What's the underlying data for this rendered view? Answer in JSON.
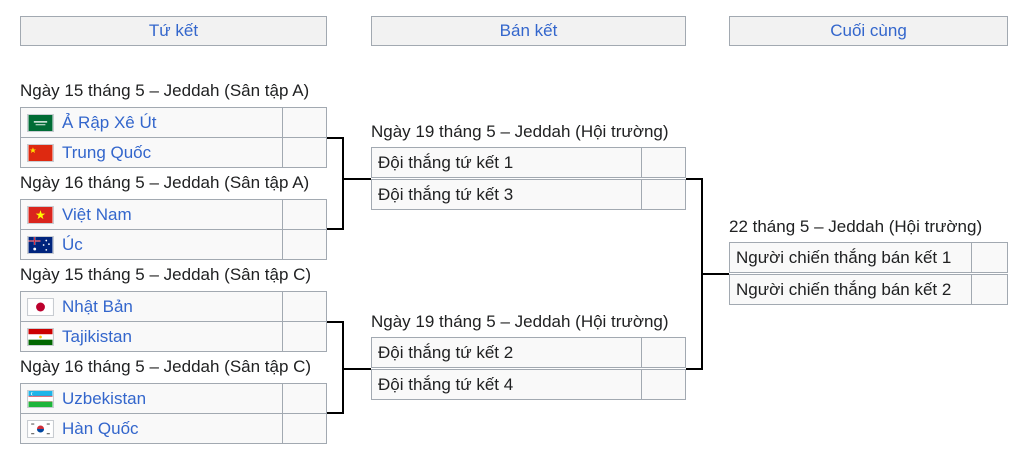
{
  "rounds": {
    "quarterfinals": "Tứ kết",
    "semifinals": "Bán kết",
    "final": "Cuối cùng"
  },
  "quarterfinals": [
    {
      "label": "Ngày 15 tháng 5 – Jeddah (Sân tập A)",
      "team1": {
        "name": "Ả Rập Xê Út",
        "flag": "saudi-arabia-flag"
      },
      "team2": {
        "name": "Trung Quốc",
        "flag": "china-flag"
      }
    },
    {
      "label": "Ngày 16 tháng 5 – Jeddah (Sân tập A)",
      "team1": {
        "name": "Việt Nam",
        "flag": "vietnam-flag"
      },
      "team2": {
        "name": "Úc",
        "flag": "australia-flag"
      }
    },
    {
      "label": "Ngày 15 tháng 5 – Jeddah (Sân tập C)",
      "team1": {
        "name": "Nhật Bản",
        "flag": "japan-flag"
      },
      "team2": {
        "name": "Tajikistan",
        "flag": "tajikistan-flag"
      }
    },
    {
      "label": "Ngày 16 tháng 5 – Jeddah (Sân tập C)",
      "team1": {
        "name": "Uzbekistan",
        "flag": "uzbekistan-flag"
      },
      "team2": {
        "name": "Hàn Quốc",
        "flag": "south-korea-flag"
      }
    }
  ],
  "semifinals": [
    {
      "label": "Ngày 19 tháng 5 – Jeddah (Hội trường)",
      "team1": "Đội thắng tứ kết 1",
      "team2": "Đội thắng tứ kết 3"
    },
    {
      "label": "Ngày 19 tháng 5 – Jeddah (Hội trường)",
      "team1": "Đội thắng tứ kết 2",
      "team2": "Đội thắng tứ kết 4"
    }
  ],
  "final": {
    "label": "22 tháng 5 – Jeddah (Hội trường)",
    "team1": "Người chiến thắng bán kết 1",
    "team2": "Người chiến thắng bán kết 2"
  },
  "colors": {
    "link": "#3366cc",
    "header_bg": "#f2f2f2",
    "border": "#a2a9b1",
    "slot_bg": "#f9f9f9"
  }
}
